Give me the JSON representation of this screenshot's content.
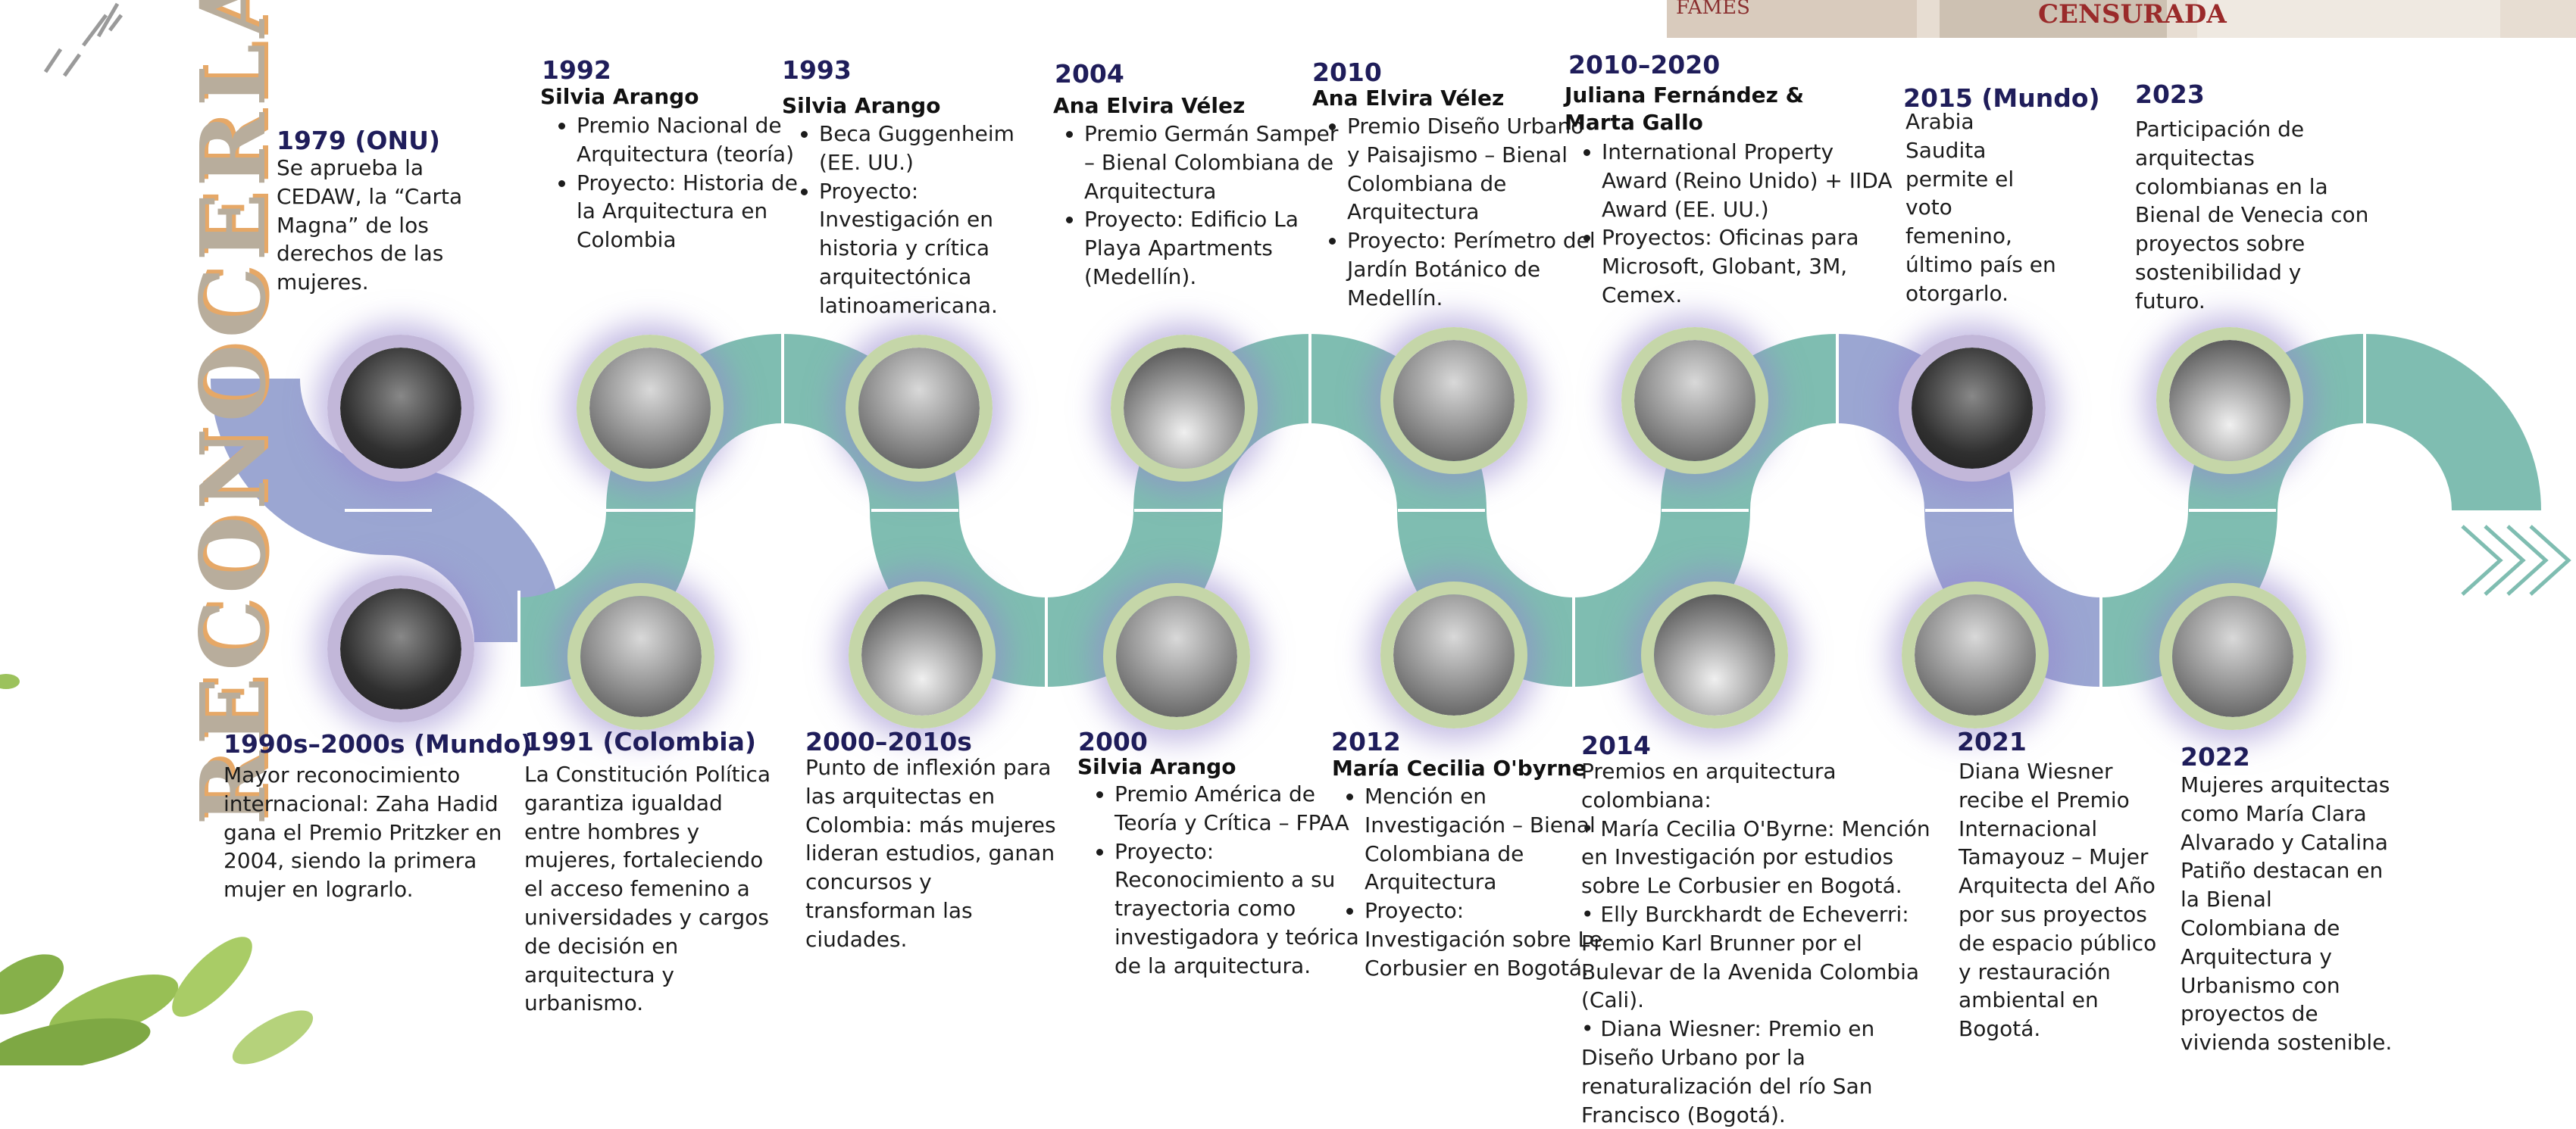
{
  "title": "RECONOCERLAS",
  "colors": {
    "wave_teal": "#7fbdb1",
    "wave_lilac": "#9ba6d2",
    "ring_green": "#c5d6a8",
    "ring_lilac": "#c2b7d9",
    "year_color": "#1f1d5a",
    "title_color": "#b8ad9c",
    "title_shadow": "#e6a867"
  },
  "top_events": [
    {
      "year": "1979 (ONU)",
      "name": "",
      "text": "Se aprueba la CEDAW, la “Carta Magna” de los derechos de las mujeres.",
      "bullets": [],
      "photo_icon": "group-photo-icon"
    },
    {
      "year": "1992",
      "name": "Silvia Arango",
      "text": "",
      "bullets": [
        "Premio Nacional de Arquitectura (teoría)",
        "Proyecto: Historia de la Arquitectura en Colombia"
      ],
      "photo_icon": "portrait-photo-icon"
    },
    {
      "year": "1993",
      "name": "Silvia Arango",
      "text": "",
      "bullets": [
        "Beca Guggenheim (EE. UU.)",
        "Proyecto: Investigación en historia y crítica arquitectónica latinoamericana."
      ],
      "photo_icon": "portrait-photo-icon"
    },
    {
      "year": "2004",
      "name": "Ana Elvira Vélez",
      "text": "",
      "bullets": [
        "Premio Germán Samper – Bienal Colombiana de Arquitectura",
        "Proyecto: Edificio La Playa Apartments (Medellín)."
      ],
      "photo_icon": "building-photo-icon"
    },
    {
      "year": "2010",
      "name": "Ana Elvira Vélez",
      "text": "",
      "bullets": [
        "Premio Diseño Urbano y Paisajismo – Bienal Colombiana de Arquitectura",
        "Proyecto: Perímetro del Jardín Botánico de Medellín."
      ],
      "photo_icon": "portrait-photo-icon"
    },
    {
      "year": "2010–2020",
      "name": "Juliana Fernández & Marta Gallo",
      "text": "",
      "bullets": [
        "International Property Award (Reino Unido) + IIDA Award (EE. UU.)",
        "Proyectos: Oficinas para Microsoft, Globant, 3M, Cemex."
      ],
      "photo_icon": "duo-photo-icon"
    },
    {
      "year": "2015 (Mundo)",
      "name": "",
      "text": "Arabia Saudita permite el voto femenino, último país en otorgarlo.",
      "bullets": [],
      "photo_icon": "veiled-woman-photo-icon"
    },
    {
      "year": "2023",
      "name": "",
      "text": "Participación de arquitectas colombianas en la Bienal de Venecia con proyectos sobre sostenibilidad y futuro.",
      "bullets": [],
      "photo_icon": "pavilion-photo-icon"
    }
  ],
  "bottom_events": [
    {
      "year": "1990s–2000s (Mundo)",
      "name": "",
      "text": "Mayor reconocimiento internacional: Zaha Hadid gana el Premio Pritzker en 2004, siendo la primera mujer en lograrlo.",
      "bullets": [],
      "photo_icon": "portrait-photo-icon"
    },
    {
      "year": "1991 (Colombia)",
      "name": "",
      "text": "La Constitución Política garantiza igualdad entre hombres y mujeres, fortaleciendo el acceso femenino a universidades y cargos de decisión en arquitectura y urbanismo.",
      "bullets": [],
      "photo_icon": "portrait-photo-icon"
    },
    {
      "year": "2000–2010s",
      "name": "",
      "text": "Punto de inflexión para las arquitectas en Colombia: más mujeres lideran estudios, ganan concursos y transforman las ciudades.",
      "bullets": [],
      "photo_icon": "aerial-city-photo-icon"
    },
    {
      "year": "2000",
      "name": "Silvia Arango",
      "text": "",
      "bullets": [
        "Premio América de Teoría y Crítica – FPAA",
        "Proyecto: Reconocimiento a su trayectoria como investigadora y teórica de la arquitectura."
      ],
      "photo_icon": "portrait-photo-icon"
    },
    {
      "year": "2012",
      "name": "María Cecilia O'byrne",
      "text": "",
      "bullets": [
        "Mención en Investigación – Bienal Colombiana de Arquitectura",
        "Proyecto: Investigación sobre Le Corbusier en Bogotá."
      ],
      "photo_icon": "portrait-photo-icon"
    },
    {
      "year": "2014",
      "name": "",
      "text": "Premios en arquitectura colombiana:",
      "lines": [
        "• María Cecilia O'Byrne: Mención en Investigación por estudios sobre Le Corbusier en Bogotá.",
        "• Elly Burckhardt de Echeverri: Premio Karl Brunner por el Bulevar de la Avenida Colombia (Cali).",
        "• Diana Wiesner: Premio en Diseño Urbano por la renaturalización del río San Francisco (Bogotá)."
      ],
      "bullets": [],
      "photo_icon": "landscape-photo-icon"
    },
    {
      "year": "2021",
      "name": "",
      "text": "Diana Wiesner recibe el Premio Internacional Tamayouz – Mujer Arquitecta del Año por sus proyectos de espacio público y restauración ambiental en Bogotá.",
      "bullets": [],
      "photo_icon": "portrait-photo-icon"
    },
    {
      "year": "2022",
      "name": "",
      "text": "Mujeres arquitectas como María Clara Alvarado y Catalina Patiño destacan en la Bienal Colombiana de Arquitectura y Urbanismo con proyectos de vivienda sostenible.",
      "bullets": [],
      "photo_icon": "portrait-photo-icon"
    }
  ],
  "collage_labels": [
    "FAMES",
    "CENSURADA"
  ]
}
